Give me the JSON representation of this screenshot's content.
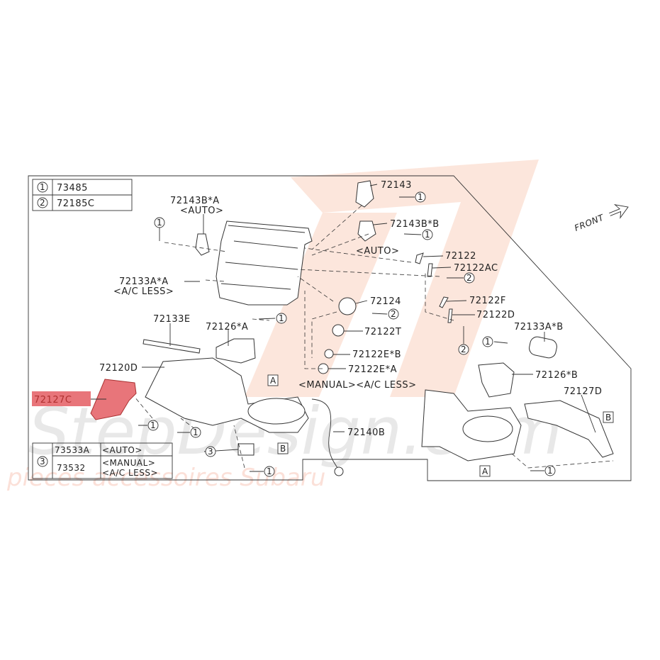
{
  "watermark": {
    "brand": "StepDesign.com",
    "tagline": "pieces accessoires Subaru",
    "color": "#f7b79a"
  },
  "highlight_color": "#e8757a",
  "legend_top": [
    {
      "ref": "1",
      "part": "73485"
    },
    {
      "ref": "2",
      "part": "72185C"
    }
  ],
  "legend_bottom": {
    "ref": "3",
    "rows": [
      {
        "part": "73533A",
        "note1": "<AUTO>",
        "note2": ""
      },
      {
        "part": "73532",
        "note1": "<MANUAL>",
        "note2": "<A/C LESS>"
      }
    ]
  },
  "front_label": "FRONT",
  "labels": {
    "p72143BA": "72143B*A",
    "p72143BA_note": "<AUTO>",
    "p72133AA": "72133A*A",
    "p72133AA_note": "<A/C LESS>",
    "p72133E": "72133E",
    "p72126A": "72126*A",
    "p72120D": "72120D",
    "p72127C": "72127C",
    "p72140B": "72140B",
    "p72143": "72143",
    "p72143BB": "72143B*B",
    "p72143BB_note": "<AUTO>",
    "p72122": "72122",
    "p72122AC": "72122AC",
    "p72124": "72124",
    "p72122T": "72122T",
    "p72122EB": "72122E*B",
    "p72122EA": "72122E*A",
    "p72122EA_note": "<MANUAL><A/C LESS>",
    "p72122F": "72122F",
    "p72122D": "72122D",
    "p72133AB": "72133A*B",
    "p72126B": "72126*B",
    "p72127D": "72127D"
  },
  "refs": {
    "one": "1",
    "two": "2",
    "three": "3",
    "A": "A",
    "B": "B"
  }
}
